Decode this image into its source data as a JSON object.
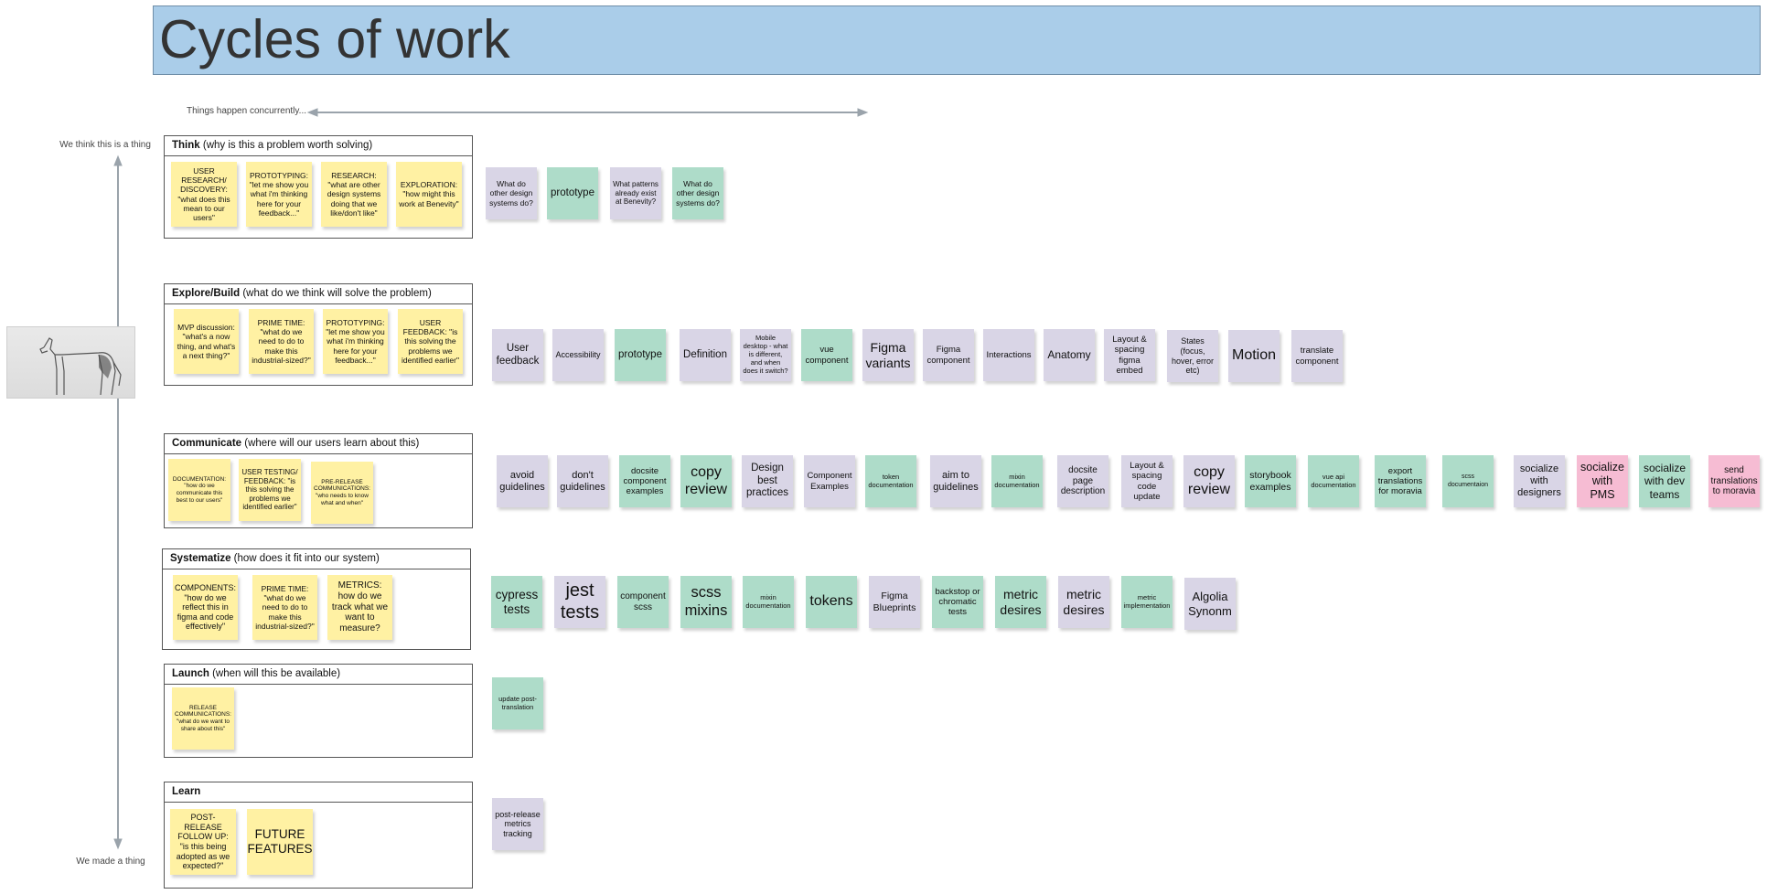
{
  "title": "Cycles of work",
  "concurrent_label": "Things happen concurrently...",
  "axis": {
    "top_label": "We think this is a thing",
    "bottom_label": "We made a thing"
  },
  "colors": {
    "title_bg": "#aacde9",
    "yellow": "#fff1a3",
    "lavender": "#d9d5e6",
    "green": "#aedcc9",
    "pink": "#f6bcd3",
    "arrow": "#9aa3ab"
  },
  "sections": {
    "think": {
      "name": "Think",
      "desc": " (why is this a problem worth solving)",
      "stages": [
        "USER RESEARCH/ DISCOVERY: \"what does this mean to our users\"",
        "PROTOTYPING: \"let me show you what i'm thinking here for your feedback...\"",
        "RESEARCH: \"what are other design systems doing that we like/don't like\"",
        "EXPLORATION: \"how might this work at Benevity\""
      ],
      "items": [
        "What do other design systems do?",
        "prototype",
        "What patterns already exist at Benevity?",
        "What do other design systems do?"
      ]
    },
    "explore": {
      "name": "Explore/Build",
      "desc": " (what do we think will solve the problem)",
      "stages": [
        "MVP discussion: \"what's a now thing, and what's a next thing?\"",
        "PRIME TIME: \"what do we need to do to make this industrial-sized?\"",
        "PROTOTYPING: \"let me show you what i'm thinking here for your feedback...\"",
        "USER FEEDBACK: \"is this solving the problems we identified earlier\""
      ],
      "items": [
        "User feedback",
        "Accessibility",
        "prototype",
        "Definition",
        "Mobile desktop - what is different, and when does it switch?",
        "vue component",
        "Figma variants",
        "Figma component",
        "Interactions",
        "Anatomy",
        "Layout & spacing figma embed",
        "States (focus, hover, error etc)",
        "Motion",
        "translate component"
      ]
    },
    "communicate": {
      "name": "Communicate",
      "desc": " (where will our users learn about this)",
      "stages": [
        "DOCUMENTATION: \"how do we communicate this best to our users\"",
        "USER TESTING/ FEEDBACK: \"is this solving the problems we identified earlier\"",
        "PRE-RELEASE COMMUNICATIONS: \"who needs to know what and when\""
      ],
      "items": [
        "avoid guidelines",
        "don't guidelines",
        "docsite component examples",
        "copy review",
        "Design best practices",
        "Component Examples",
        "token documentation",
        "aim to guidelines",
        "mixin documentation",
        "docsite page description",
        "Layout & spacing code update",
        "copy review",
        "storybook examples",
        "vue api documentation",
        "export translations for moravia",
        "scss documentaion",
        "socialize with designers",
        "socialize with PMS",
        "socialize with dev teams",
        "send translations to moravia"
      ]
    },
    "systematize": {
      "name": "Systematize",
      "desc": " (how does it fit into our system)",
      "stages": [
        "COMPONENTS: \"how do we reflect this in figma and code effectively\"",
        "PRIME TIME: \"what do we need to do to make this industrial-sized?\"",
        "METRICS: how do we track what we want to measure?"
      ],
      "items": [
        "cypress tests",
        "jest tests",
        "component scss",
        "scss mixins",
        "mixin documentation",
        "tokens",
        "Figma Blueprints",
        "backstop or chromatic tests",
        "metric desires",
        "metric desires",
        "metric implementation",
        "Algolia Synonm"
      ]
    },
    "launch": {
      "name": "Launch",
      "desc": " (when will this be available)",
      "stages": [
        "RELEASE COMMUNICATIONS: \"what do we want to share about this\""
      ],
      "items": [
        "update post-translation"
      ]
    },
    "learn": {
      "name": "Learn",
      "desc": "",
      "stages": [
        "POST-RELEASE FOLLOW UP: \"is this being adopted as we expected?\"",
        "FUTURE FEATURES"
      ],
      "items": [
        "post-release metrics tracking"
      ]
    }
  }
}
